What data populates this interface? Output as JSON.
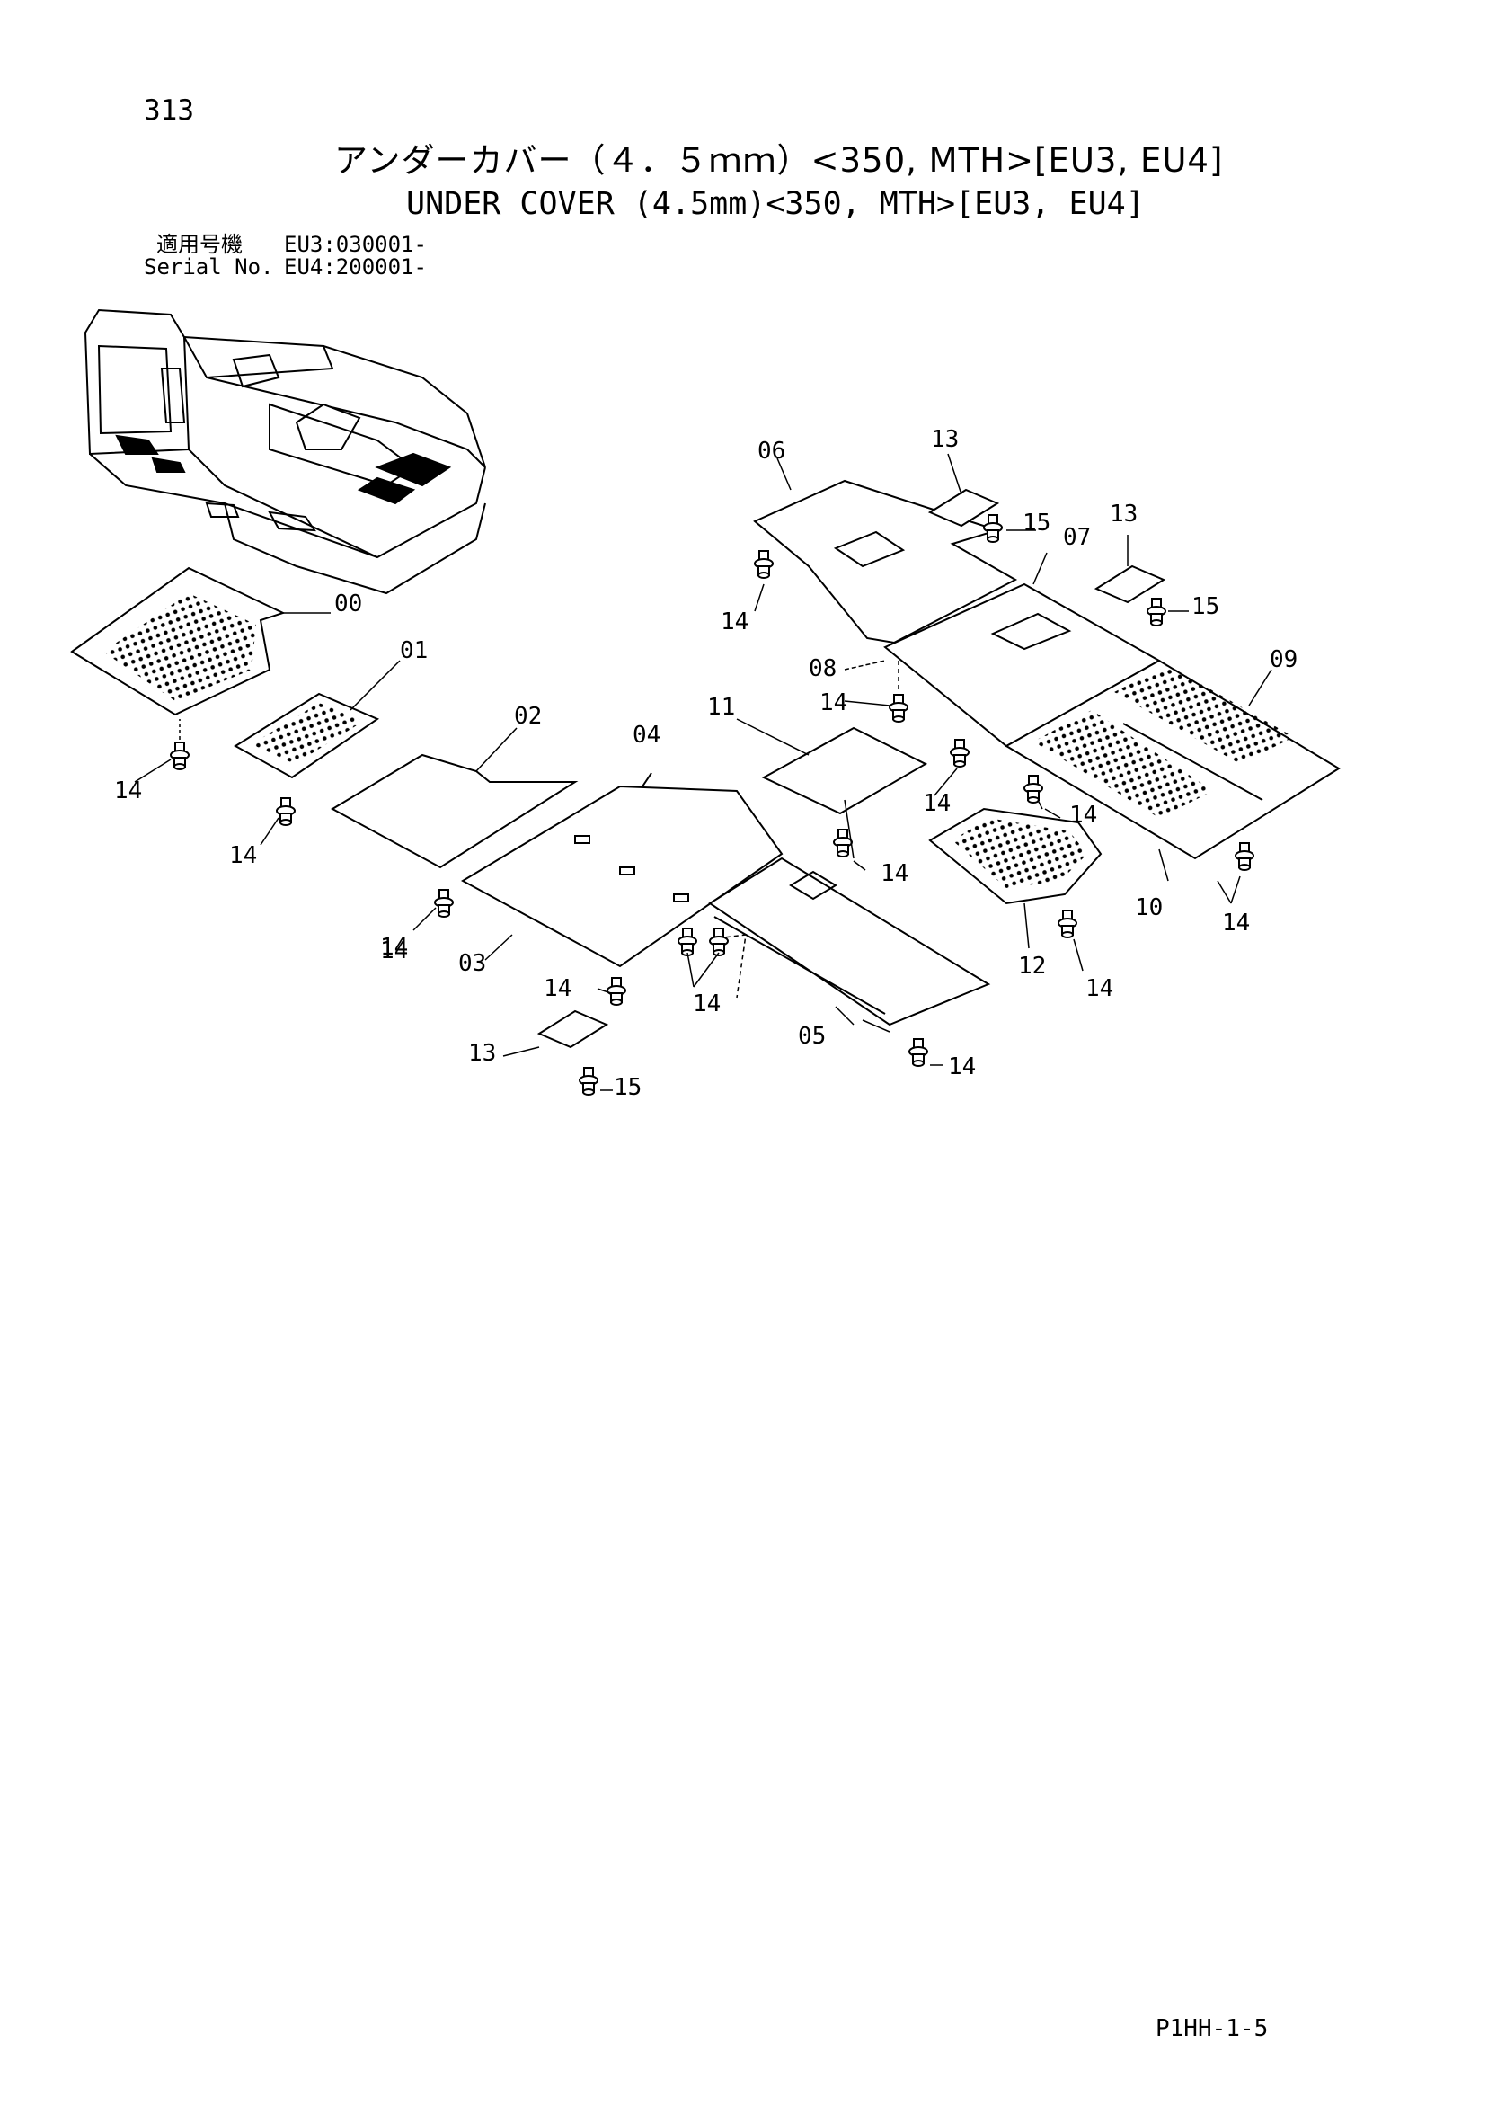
{
  "header": {
    "page_number": "313",
    "title_jp": "アンダーカバー（４．５ｍｍ）<350, MTH>[EU3, EU4]",
    "title_en": "UNDER COVER (4.5mm)<350, MTH>[EU3, EU4]",
    "serial_label_jp": "適用号機",
    "serial_label_en": "Serial No.",
    "serial_eu3": "EU3:030001-",
    "serial_eu4": "EU4:200001-"
  },
  "callouts": {
    "c00": "00",
    "c01": "01",
    "c02": "02",
    "c03": "03",
    "c04": "04",
    "c05": "05",
    "c06": "06",
    "c07": "07",
    "c08": "08",
    "c09": "09",
    "c10": "10",
    "c11": "11",
    "c12": "12",
    "c13a": "13",
    "c13b": "13",
    "c13c": "13",
    "c14": "14",
    "c15a": "15",
    "c15b": "15",
    "c15c": "15"
  },
  "footer": {
    "doc_code": "P1HH-1-5"
  },
  "colors": {
    "ink": "#000000",
    "paper": "#ffffff"
  }
}
